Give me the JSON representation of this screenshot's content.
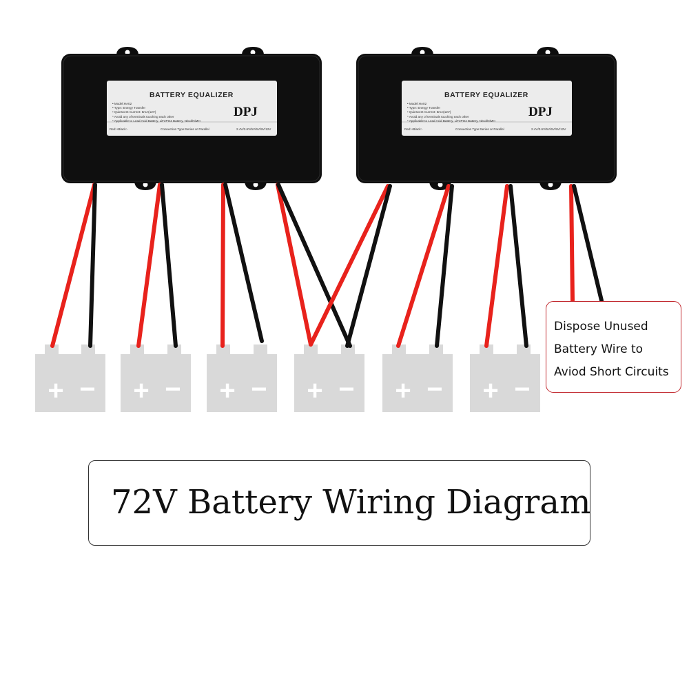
{
  "equalizers": [
    {
      "title": "BATTERY EQUALIZER",
      "brand": "DPJ",
      "spec_lines": [
        "• Model:HA02",
        "• Type: Energy Transfer",
        "• Quiescent Current: 5mA(12V)",
        "* Avoid any of terminals touching each other",
        "* Applicable to Lead Acid Battery, LiFePO4  Battery, NiCd/NiMH"
      ],
      "footer_left": "Red:+Black:-",
      "footer_mid": "Connection Type:Series or Parallel",
      "footer_right": "2.4V/3.6V/5V/6V/9V/12V"
    },
    {
      "title": "BATTERY EQUALIZER",
      "brand": "DPJ",
      "spec_lines": [
        "• Model:HA02",
        "• Type: Energy Transfer",
        "• Quiescent Current: 5mA(12V)",
        "* Avoid any of terminals touching each other",
        "* Applicable to Lead Acid Battery, LiFePO4  Battery, NiCd/NiMH"
      ],
      "footer_left": "Red:+Black:-",
      "footer_mid": "Connection Type:Series or Parallel",
      "footer_right": "2.4V/3.6V/5V/6V/9V/12V"
    }
  ],
  "batteries": [
    {
      "plus": "+",
      "minus": "−"
    },
    {
      "plus": "+",
      "minus": "−"
    },
    {
      "plus": "+",
      "minus": "−"
    },
    {
      "plus": "+",
      "minus": "−"
    },
    {
      "plus": "+",
      "minus": "−"
    },
    {
      "plus": "+",
      "minus": "−"
    }
  ],
  "note": {
    "lines": [
      "Dispose Unused",
      "Battery Wire to",
      "Aviod Short Circuits"
    ]
  },
  "title": "72V Battery Wiring Diagram",
  "colors": {
    "positive_wire": "#e8221c",
    "negative_wire": "#111111",
    "battery": "#d9d9d9",
    "note_border": "#c1272d"
  }
}
